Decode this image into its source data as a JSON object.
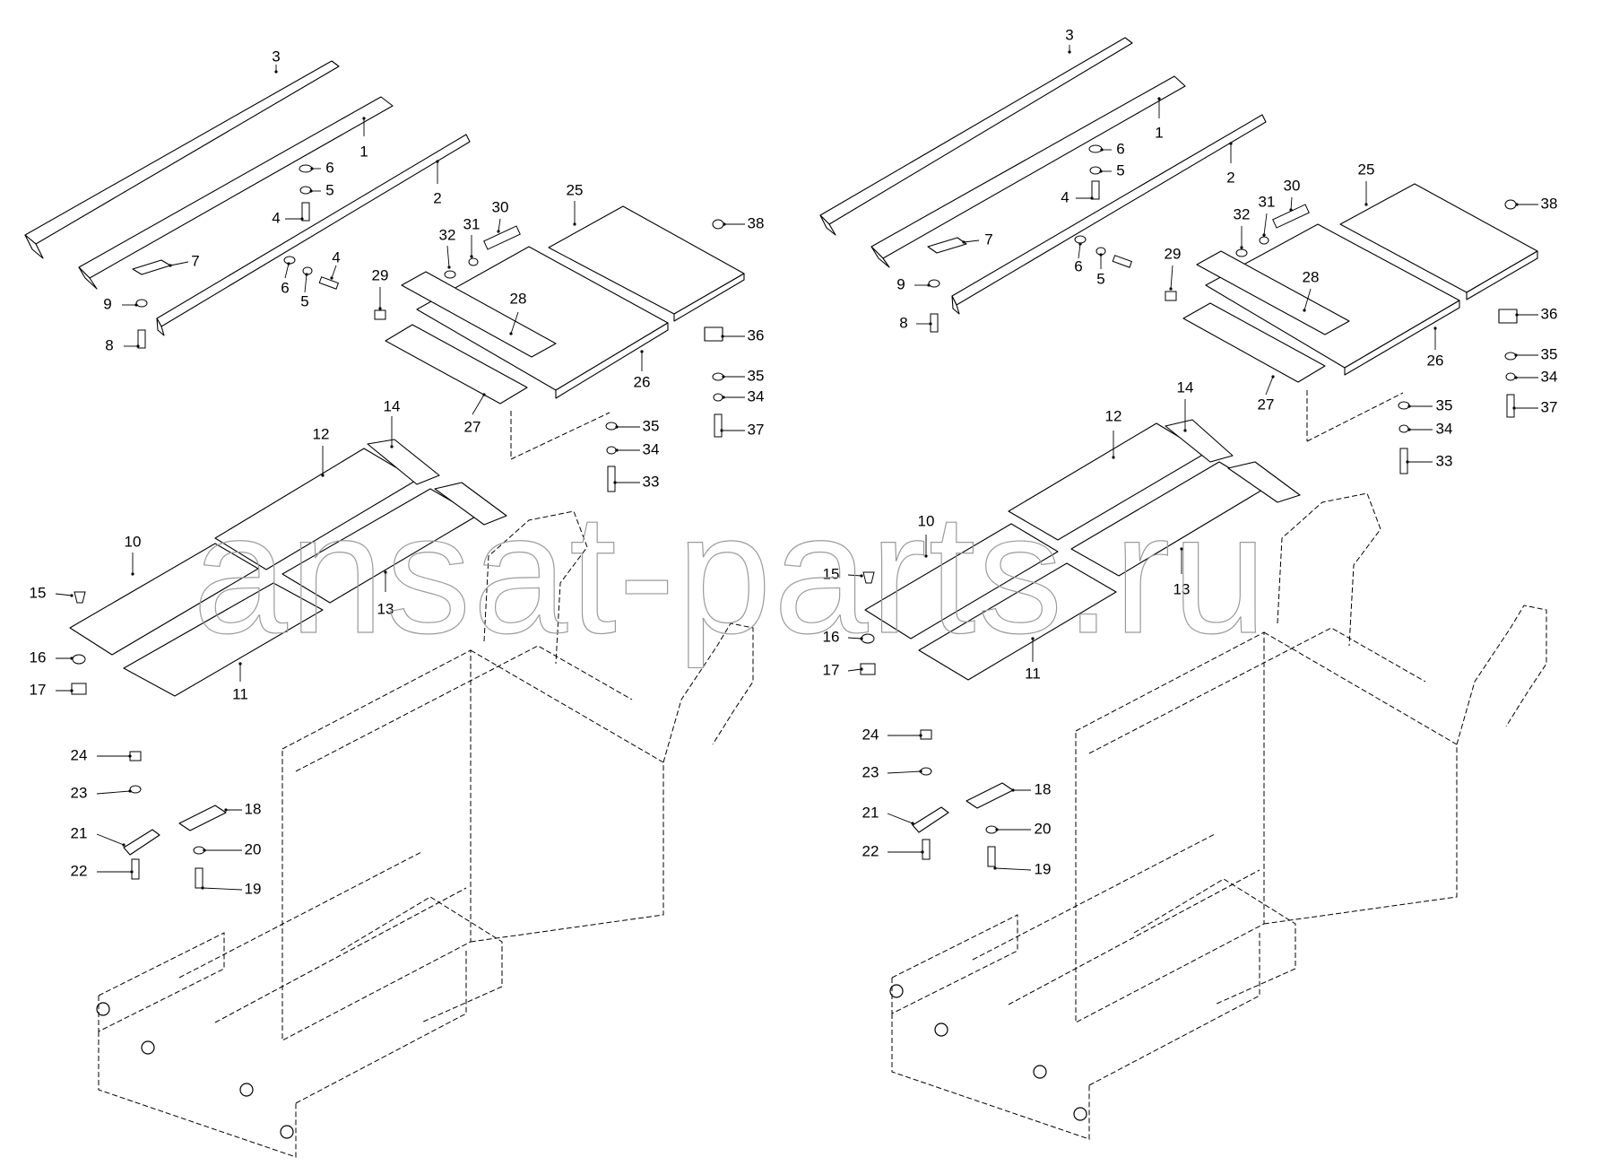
{
  "watermark": "ansat-parts.ru",
  "left_callouts": [
    "1",
    "2",
    "3",
    "4",
    "4",
    "5",
    "5",
    "6",
    "6",
    "7",
    "8",
    "9",
    "10",
    "11",
    "12",
    "13",
    "14",
    "15",
    "16",
    "17",
    "18",
    "19",
    "20",
    "21",
    "22",
    "23",
    "24",
    "25",
    "26",
    "27",
    "28",
    "29",
    "30",
    "31",
    "32",
    "33",
    "34",
    "34",
    "35",
    "35",
    "36",
    "37",
    "38"
  ],
  "right_callouts": [
    "1",
    "2",
    "3",
    "4",
    "5",
    "5",
    "6",
    "6",
    "7",
    "8",
    "9",
    "10",
    "11",
    "12",
    "13",
    "14",
    "15",
    "16",
    "17",
    "18",
    "19",
    "20",
    "21",
    "22",
    "23",
    "24",
    "25",
    "26",
    "27",
    "28",
    "29",
    "30",
    "31",
    "32",
    "33",
    "34",
    "34",
    "35",
    "35",
    "36",
    "37",
    "38"
  ]
}
